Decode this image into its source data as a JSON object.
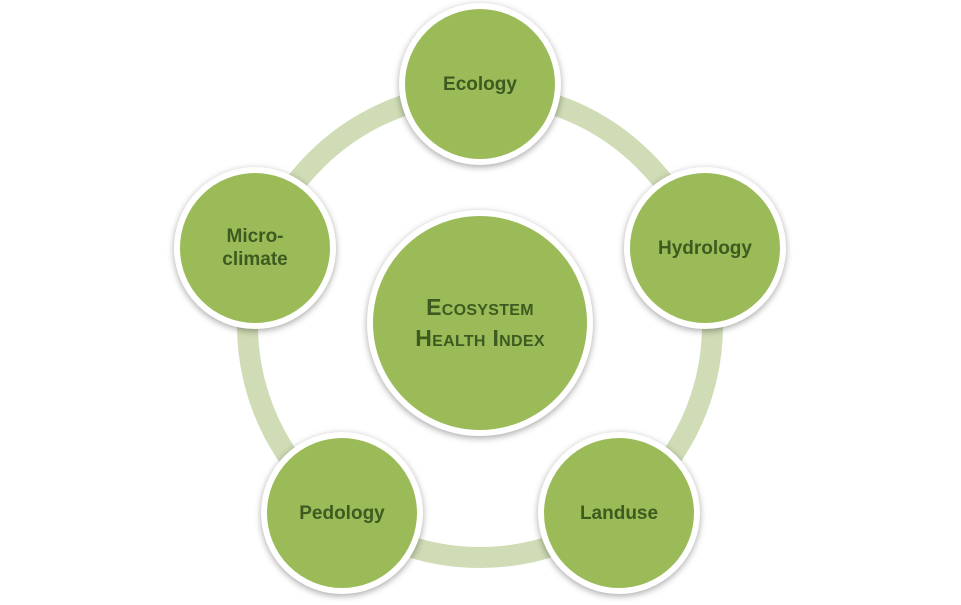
{
  "diagram": {
    "center": {
      "label": "Ecosystem\nHealth Index"
    },
    "nodes": [
      {
        "label": "Ecology"
      },
      {
        "label": "Hydrology"
      },
      {
        "label": "Landuse"
      },
      {
        "label": "Pedology"
      },
      {
        "label": "Micro-\nclimate"
      }
    ],
    "colors": {
      "node_fill": "#9bbb59",
      "node_border": "#ffffff",
      "ring": "#cfdcb5",
      "text": "#3f5a1f"
    }
  }
}
